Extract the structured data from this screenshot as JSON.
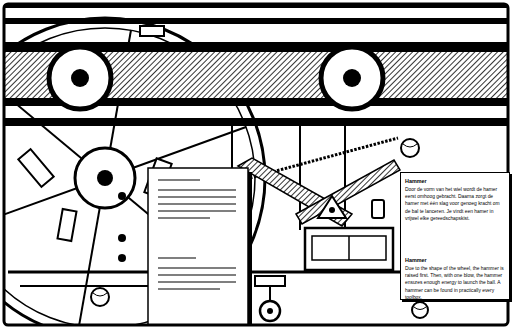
{
  "diagram": {
    "nodes": [
      {
        "text": [
          "Hammer",
          "Door de vorm van het wiel wordt de hamer eerst omhoog gebracht. Daarna zorgt de hamer met één slag voor genoeg kracht om de bal te lanceren. Je vindt een hamer in vrijwel elke gereedschapskist.",
          "Hammer",
          "Due to the shape of the wheel, the hammer is raised first. Then, with one blow, the hammer ensures enough energy to launch the ball. A hammer can be found in practically every toolbox."
        ]
      }
    ]
  }
}
